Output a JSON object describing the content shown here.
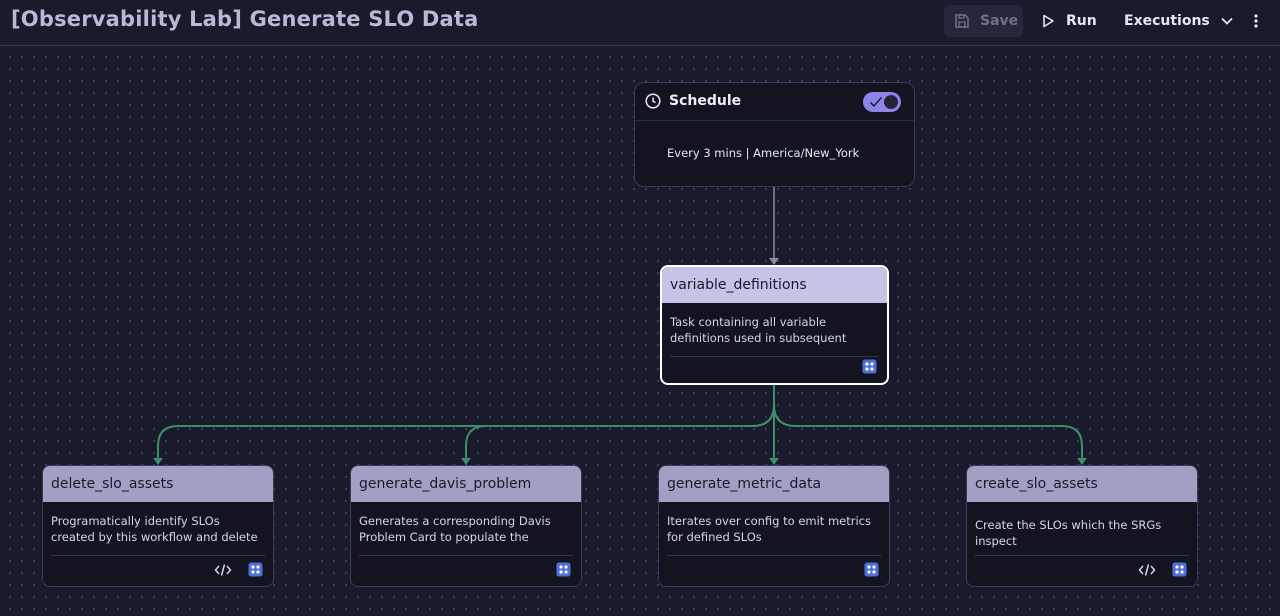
{
  "header": {
    "title": "[Observability Lab] Generate SLO Data",
    "save_label": "Save",
    "run_label": "Run",
    "executions_label": "Executions"
  },
  "trigger": {
    "title": "Schedule",
    "enabled": true,
    "info": "Every 3 mins | America/New_York"
  },
  "tasks": {
    "root": {
      "name": "variable_definitions",
      "description": "Task containing all variable definitions used in subsequent steps"
    },
    "children": [
      {
        "name": "delete_slo_assets",
        "description": "Programatically identify SLOs created by this workflow and delete them",
        "has_code": true
      },
      {
        "name": "generate_davis_problem",
        "description": "Generates a corresponding Davis Problem Card to populate the exampl...",
        "has_code": false
      },
      {
        "name": "generate_metric_data",
        "description": "Iterates over config to emit metrics for defined SLOs",
        "has_code": false
      },
      {
        "name": "create_slo_assets",
        "description": "Create the SLOs which the SRGs inspect",
        "has_code": true
      }
    ]
  },
  "colors": {
    "background": "#191a2c",
    "edge_trigger": "#8a8ca3",
    "edge_success": "#3f8f69",
    "accent": "#8c86e8",
    "task_icon": "#4f6fd8"
  }
}
